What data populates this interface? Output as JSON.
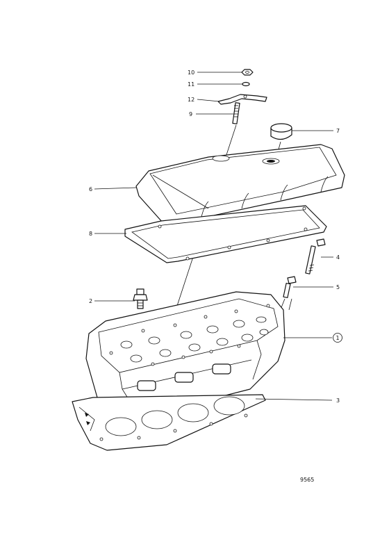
{
  "callouts": [
    {
      "id": "10",
      "label": "10"
    },
    {
      "id": "11",
      "label": "11"
    },
    {
      "id": "12",
      "label": "12"
    },
    {
      "id": "9",
      "label": "9"
    },
    {
      "id": "7",
      "label": "7"
    },
    {
      "id": "6",
      "label": "6"
    },
    {
      "id": "8",
      "label": "8"
    },
    {
      "id": "4",
      "label": "4"
    },
    {
      "id": "5",
      "label": "5"
    },
    {
      "id": "2",
      "label": "2"
    },
    {
      "id": "1",
      "label": "1"
    },
    {
      "id": "3",
      "label": "3"
    }
  ],
  "figure_number": "9565"
}
